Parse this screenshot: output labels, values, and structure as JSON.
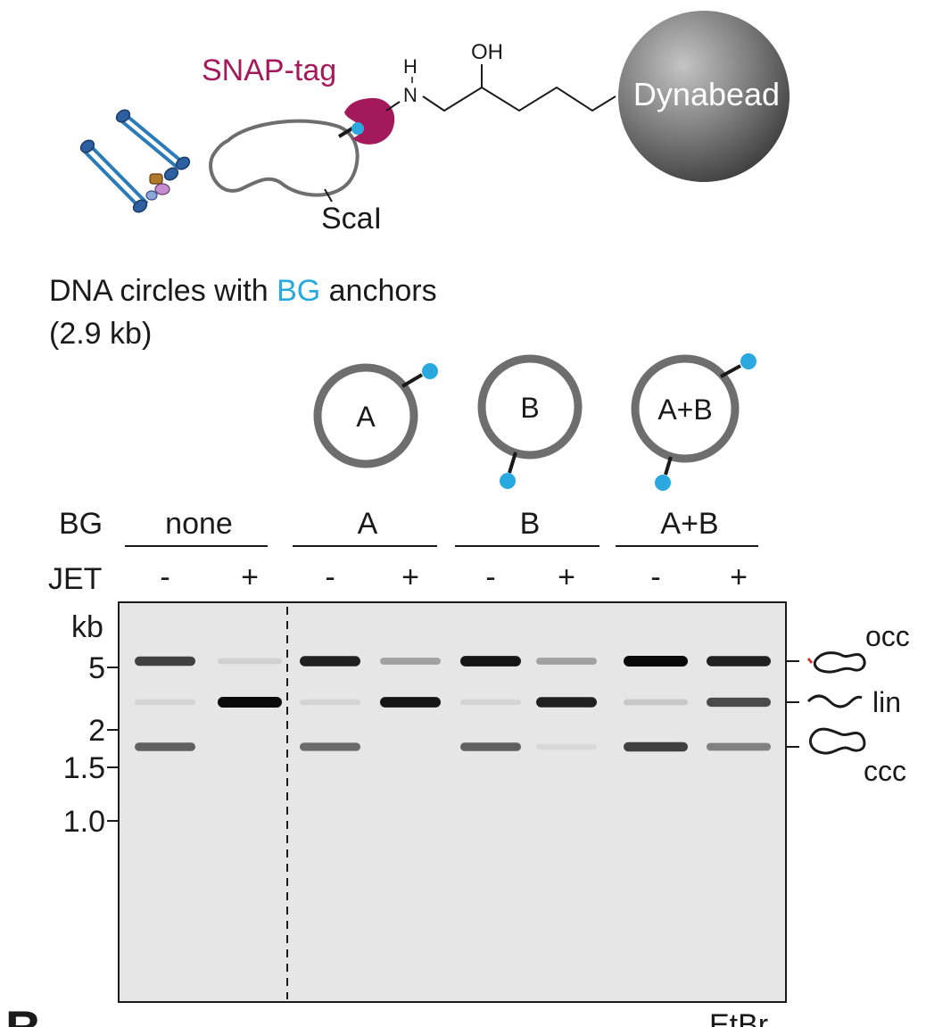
{
  "colors": {
    "snap": "#a3195b",
    "bg_anchor": "#29a9e0",
    "helix": "#2b7bb9",
    "helix_end": "#2e5fa0",
    "dna_outline": "#6e6e6e",
    "gel_bg": "#e6e6e6",
    "band": "#111111",
    "bead_dark": "#3a3a3a",
    "bead_light": "#b8b8b8"
  },
  "schematic": {
    "snap_label": "SNAP-tag",
    "nh_h": "H",
    "nh_n": "N",
    "oh_label": "OH",
    "bead_label": "Dynabead",
    "scal_label": "ScaI",
    "caption_part1": "DNA circles with ",
    "caption_bg": "BG",
    "caption_part2": " anchors",
    "caption_line2": "(2.9 kb)",
    "circles": [
      {
        "label": "A",
        "anchors": [
          "upper-right"
        ]
      },
      {
        "label": "B",
        "anchors": [
          "lower-left"
        ]
      },
      {
        "label": "A+B",
        "anchors": [
          "upper-right",
          "lower-left"
        ]
      }
    ]
  },
  "gel": {
    "bg_row_label": "BG",
    "jet_row_label": "JET",
    "kb_label": "kb",
    "groups": [
      "none",
      "A",
      "B",
      "A+B"
    ],
    "jet_signs": [
      "-",
      "+",
      "-",
      "+",
      "-",
      "+",
      "-",
      "+"
    ],
    "markers": [
      {
        "label": "5",
        "kb": 5
      },
      {
        "label": "2",
        "kb": 2
      },
      {
        "label": "1.5",
        "kb": 1.5
      },
      {
        "label": "1.0",
        "kb": 1.0
      }
    ],
    "band_types": [
      "occ",
      "lin",
      "ccc"
    ],
    "band_labels": {
      "occ": "occ",
      "lin": "lin",
      "ccc": "ccc"
    },
    "lanes": [
      {
        "occ": 0.75,
        "lin": 0.06,
        "ccc": 0.6
      },
      {
        "occ": 0.08,
        "lin": 1.0,
        "ccc": 0.0
      },
      {
        "occ": 0.9,
        "lin": 0.06,
        "ccc": 0.55
      },
      {
        "occ": 0.3,
        "lin": 0.95,
        "ccc": 0.0
      },
      {
        "occ": 0.95,
        "lin": 0.06,
        "ccc": 0.6
      },
      {
        "occ": 0.3,
        "lin": 0.9,
        "ccc": 0.04
      },
      {
        "occ": 1.0,
        "lin": 0.12,
        "ccc": 0.75
      },
      {
        "occ": 0.9,
        "lin": 0.7,
        "ccc": 0.45
      }
    ],
    "stain_label": "EtBr",
    "panel_letter": "B"
  }
}
